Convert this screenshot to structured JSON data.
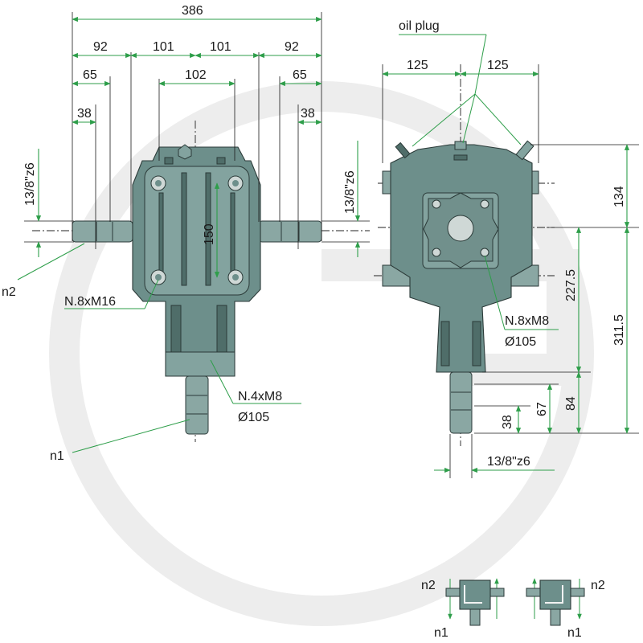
{
  "labels": {
    "oil_plug": "oil plug",
    "n1": "n1",
    "n2": "n2",
    "flange_n2": "N.8xM16",
    "flange_n1": "N.4xM8",
    "flange_n1_dia": "Ø105",
    "flange_side": "N.8xM8",
    "flange_side_dia": "Ø105"
  },
  "front_view": {
    "dim_total": "386",
    "dim_left_92": "92",
    "dim_left_101": "101",
    "dim_right_101": "101",
    "dim_right_92": "92",
    "dim_102": "102",
    "dim_left_65": "65",
    "dim_right_65": "65",
    "dim_left_38": "38",
    "dim_right_38": "38",
    "dim_150": "150",
    "spline_left": "13/8\"z6",
    "spline_right": "13/8\"z6"
  },
  "side_view": {
    "dim_125_left": "125",
    "dim_125_right": "125",
    "dim_134": "134",
    "dim_227_5": "227.5",
    "dim_311_5": "311.5",
    "dim_84": "84",
    "dim_67": "67",
    "dim_38": "38",
    "spline_bottom": "13/8\"z6"
  },
  "legend": {
    "left_n1": "n1",
    "left_n2": "n2",
    "right_n1": "n1",
    "right_n2": "n2"
  }
}
